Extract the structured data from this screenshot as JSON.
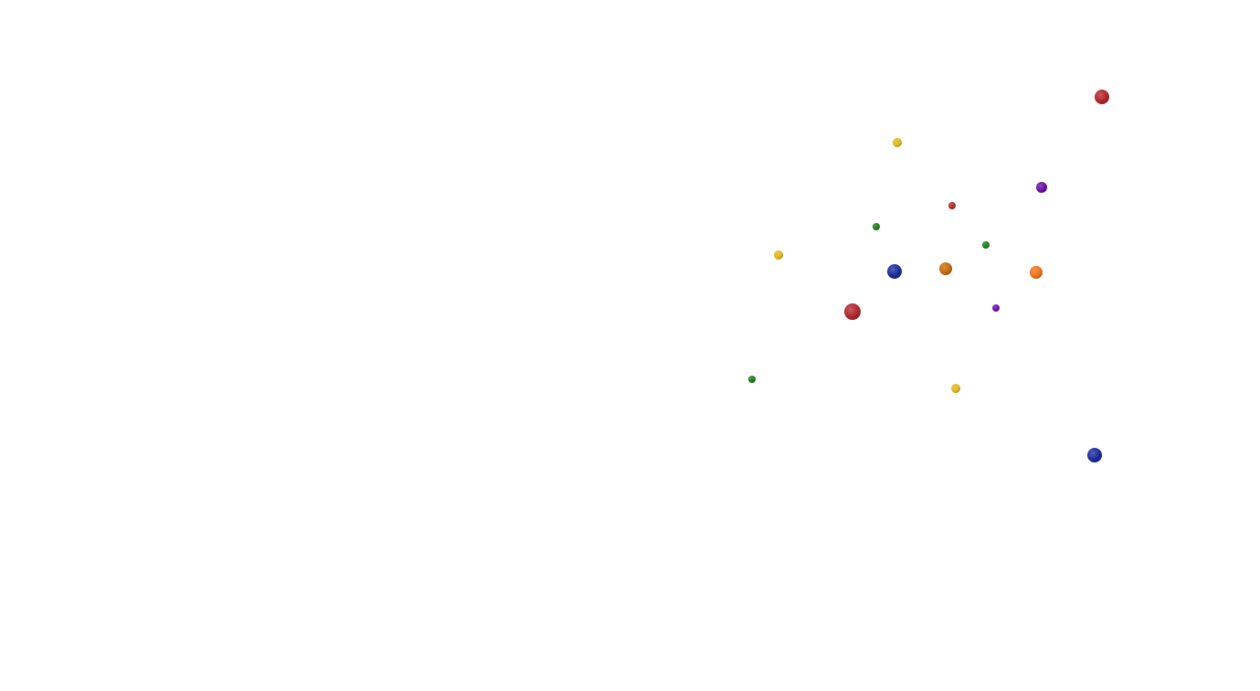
{
  "background": "#ffffff",
  "palette": {
    "red": "#b0262c",
    "yellow": "#e0b51a",
    "purple": "#6a0fa6",
    "green": "#1a7a12",
    "blue": "#1c2a9a",
    "dark-orange": "#c56a0c",
    "orange": "#ef7218"
  },
  "spheres": [
    {
      "color": "red"
    },
    {
      "color": "yellow"
    },
    {
      "color": "purple"
    },
    {
      "color": "red"
    },
    {
      "color": "green"
    },
    {
      "color": "green"
    },
    {
      "color": "yellow"
    },
    {
      "color": "blue"
    },
    {
      "color": "dark-orange"
    },
    {
      "color": "orange"
    },
    {
      "color": "purple"
    },
    {
      "color": "red"
    },
    {
      "color": "green"
    },
    {
      "color": "yellow"
    },
    {
      "color": "blue"
    }
  ]
}
